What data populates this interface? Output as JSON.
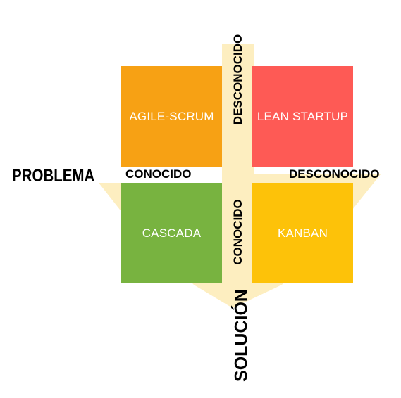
{
  "colors": {
    "agile_scrum": "#f7a114",
    "lean_startup": "#fe5a55",
    "cascada": "#78b340",
    "kanban": "#fdc209",
    "background_shape": "#fdeec0"
  },
  "quadrants": {
    "top_left": "AGILE-SCRUM",
    "top_right": "LEAN STARTUP",
    "bottom_left": "CASCADA",
    "bottom_right": "KANBAN"
  },
  "axes": {
    "horizontal": {
      "title": "PROBLEMA",
      "low": "CONOCIDO",
      "high": "DESCONOCIDO"
    },
    "vertical": {
      "title": "SOLUCIÓN",
      "low": "CONOCIDO",
      "high": "DESCONOCIDO"
    }
  }
}
